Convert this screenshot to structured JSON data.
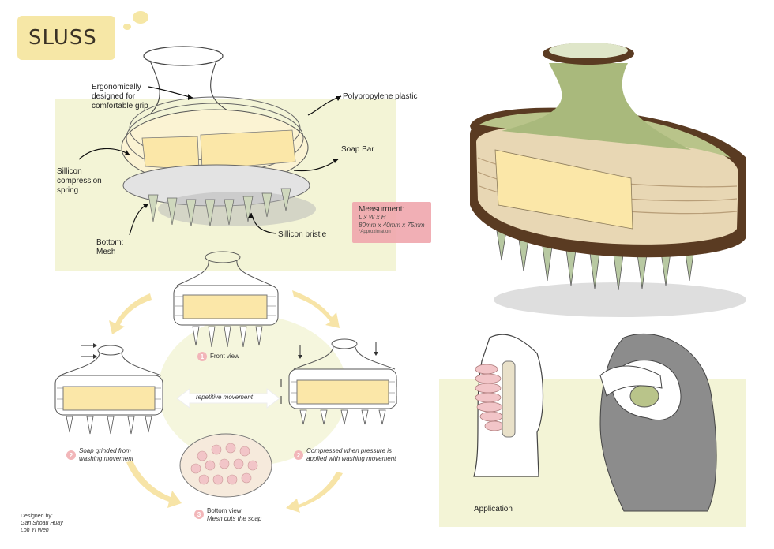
{
  "title": "SLUSS",
  "labels": {
    "grip": [
      "Ergonomically",
      "designed for",
      "comfortable grip"
    ],
    "plastic": "Polypropylene plastic",
    "soap": "Soap Bar",
    "spring": [
      "Sillicon",
      "compression",
      "spring"
    ],
    "bottom": [
      "Bottom:",
      "Mesh"
    ],
    "bristle": "Sillicon bristle"
  },
  "measurement": {
    "title": "Measurment:",
    "dims_label": "L x W x H",
    "dims_value": "80mm x 40mm x 75mm",
    "note": "*Approximation"
  },
  "views": {
    "front": {
      "num": "1",
      "text": "Front view"
    },
    "soap": {
      "num": "2",
      "text": [
        "Soap grinded from",
        "washing movement"
      ]
    },
    "compressed": {
      "num": "2",
      "text": [
        "Compressed when pressure is",
        "applied with washing movement"
      ]
    },
    "bottom": {
      "num": "3",
      "text": [
        "Bottom view",
        "Mesh cuts the soap"
      ]
    },
    "repetitive": "repetitive movement"
  },
  "application": "Application",
  "credits": {
    "heading": "Designed by:",
    "names": [
      "Gan Shoau Huay",
      "Loh Yi Wen"
    ]
  },
  "colors": {
    "wash_yellow": "#f1f2cf",
    "title_yellow": "#f6e7a6",
    "soap_yellow": "#fbe7a8",
    "pink": "#f0a7ad",
    "brown": "#5a3b22",
    "sage": "#b9c48a"
  }
}
